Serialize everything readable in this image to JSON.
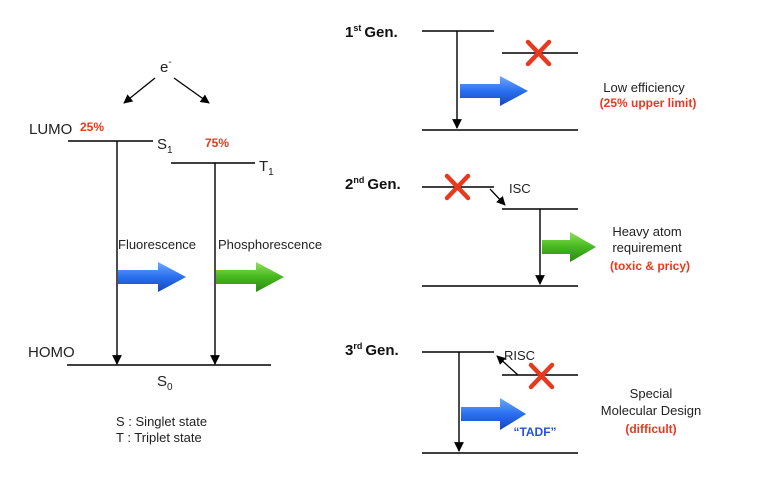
{
  "left": {
    "electron": "e",
    "electron_sup": "-",
    "lumo": "LUMO",
    "homo": "HOMO",
    "singlet_pct": "25%",
    "triplet_pct": "75%",
    "s1": "S",
    "s1_sub": "1",
    "t1": "T",
    "t1_sub": "1",
    "s0": "S",
    "s0_sub": "0",
    "fluorescence": "Fluorescence",
    "phosphorescence": "Phosphorescence",
    "legend_s": "S : Singlet state",
    "legend_t": "T : Triplet state"
  },
  "gens": [
    {
      "num": "1",
      "sup": "st",
      "word": "Gen.",
      "desc": [
        "Low efficiency"
      ],
      "highlight": "(25% upper limit)"
    },
    {
      "num": "2",
      "sup": "nd",
      "word": "Gen.",
      "desc": [
        "Heavy atom",
        "requirement"
      ],
      "highlight": "(toxic & pricy)",
      "isc": "ISC"
    },
    {
      "num": "3",
      "sup": "rd",
      "word": "Gen.",
      "desc": [
        "Special",
        "Molecular Design"
      ],
      "highlight": "(difficult)",
      "risc": "RISC",
      "tadf": "“TADF”"
    }
  ],
  "colors": {
    "red": "#e8391f",
    "blue": "#2255d6",
    "green": "#3ea91a",
    "line": "#000000"
  }
}
